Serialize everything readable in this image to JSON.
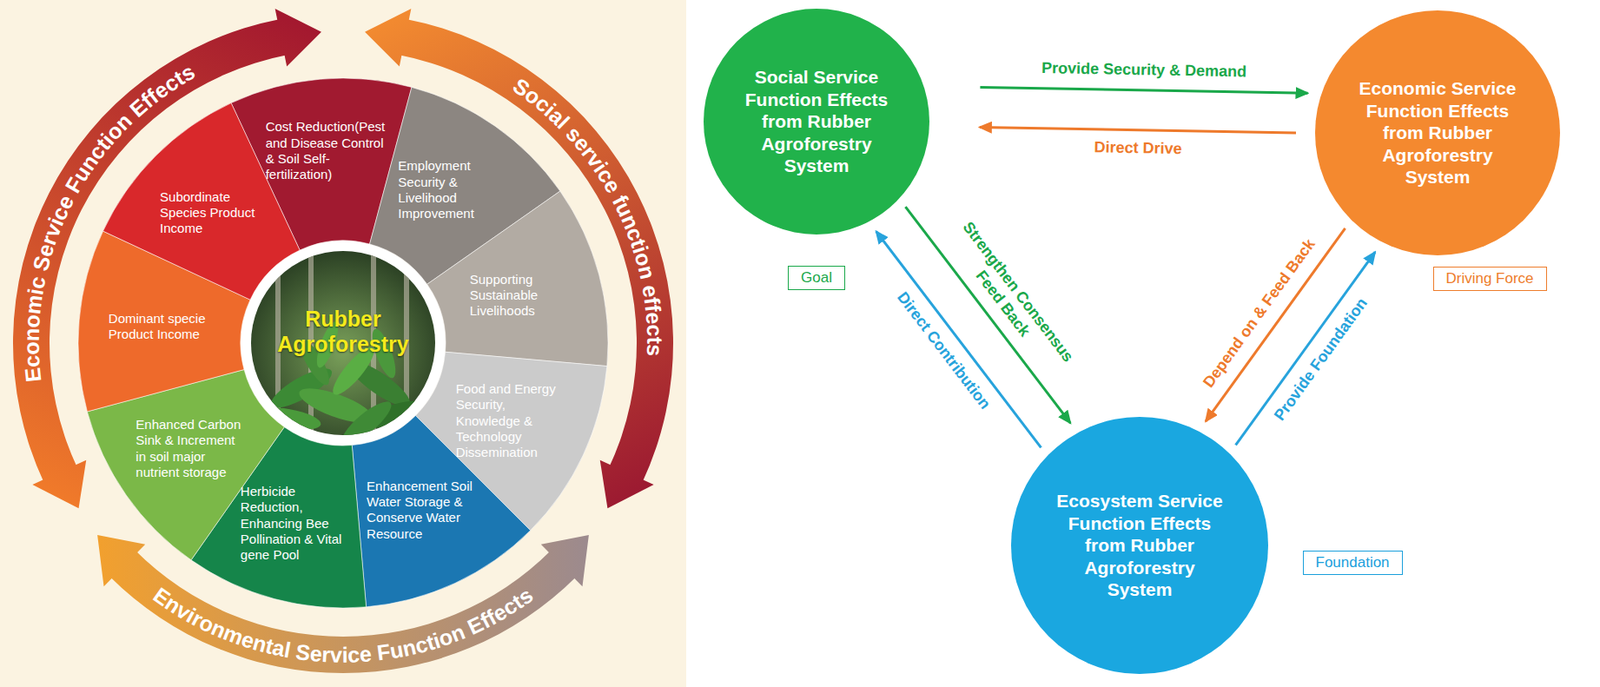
{
  "diagram": {
    "nodes": [
      {
        "text": [
          "Rubber Agroforestry"
        ]
      },
      {
        "text": [
          "Cost Reduction(Pest and Disease Control & Soil Self-fertilization)"
        ]
      },
      {
        "text": [
          "Employment Security & Livelihood Improvement"
        ]
      },
      {
        "text": [
          "Supporting Sustainable Livelihoods"
        ]
      },
      {
        "text": [
          "Food and Energy Security, Knowledge & Technology Dissemination"
        ]
      },
      {
        "text": [
          "Enhancement Soil Water Storage & Conserve Water Resource"
        ]
      },
      {
        "text": [
          "Herbicide Reduction, Enhancing Bee Pollination & Vital gene Pool"
        ]
      },
      {
        "text": [
          "Enhanced Carbon Sink & Increment in soil major nutrient storage"
        ]
      },
      {
        "text": [
          "Dominant specie Product Income"
        ]
      },
      {
        "text": [
          "Subordinate Species Product Income"
        ]
      },
      {
        "text": [
          "Social Service Function Effects from Rubber Agroforestry System",
          "Goal"
        ]
      },
      {
        "text": [
          "Economic Service Function Effects from Rubber Agroforestry System",
          "Driving Force"
        ]
      },
      {
        "text": [
          "Ecosystem Service Function Effects from Rubber Agroforestry System",
          "Foundation"
        ]
      }
    ],
    "edges": [
      {
        "from": 10,
        "to": 11,
        "label": "Provide Security & Demand",
        "arrow": "to"
      },
      {
        "from": 11,
        "to": 10,
        "label": "Direct Drive",
        "arrow": "to"
      },
      {
        "from": 10,
        "to": 12,
        "label": "Strengthen Consensus Feed Back",
        "arrow": "to"
      },
      {
        "from": 12,
        "to": 10,
        "label": "Direct Contribution",
        "arrow": "to"
      },
      {
        "from": 11,
        "to": 12,
        "label": "Depend on & Feed Back",
        "arrow": "to"
      },
      {
        "from": 12,
        "to": 11,
        "label": "Provide Foundation",
        "arrow": "to"
      }
    ],
    "labels": [
      "Economic Service Function Effects",
      "Social service function effects",
      "Environmental Service Function Effects"
    ]
  }
}
